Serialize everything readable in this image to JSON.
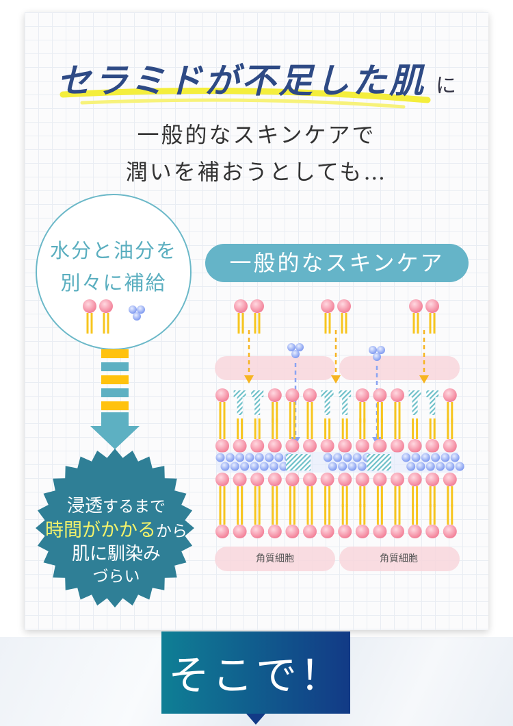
{
  "headline": {
    "main": "セラミドが不足した肌",
    "particle": "に"
  },
  "subtext": {
    "line1": "一般的なスキンケアで",
    "line2": "潤いを補おうとしても…"
  },
  "circle": {
    "line1": "水分と油分を",
    "line2": "別々に補給"
  },
  "pill_label": "一般的なスキンケア",
  "badge": {
    "line1_a": "浸透",
    "line1_b": "するまで",
    "line2_a": "時間がかかる",
    "line2_b": "から",
    "line3": "肌に馴染み",
    "line4": "づらい"
  },
  "cell_labels": [
    "角質細胞",
    "角質細胞"
  ],
  "banner_text": "そこで！",
  "colors": {
    "headline_blue": "#2e4a85",
    "underline_yellow": "#f4ee3c",
    "accent_teal": "#65b4c8",
    "badge_teal": "#2f7f96",
    "lipid_pink": "#f27f97",
    "lipid_tail_yellow": "#f7c51e",
    "water_blue": "#7e99f0",
    "banner_navy": "#123a86"
  }
}
